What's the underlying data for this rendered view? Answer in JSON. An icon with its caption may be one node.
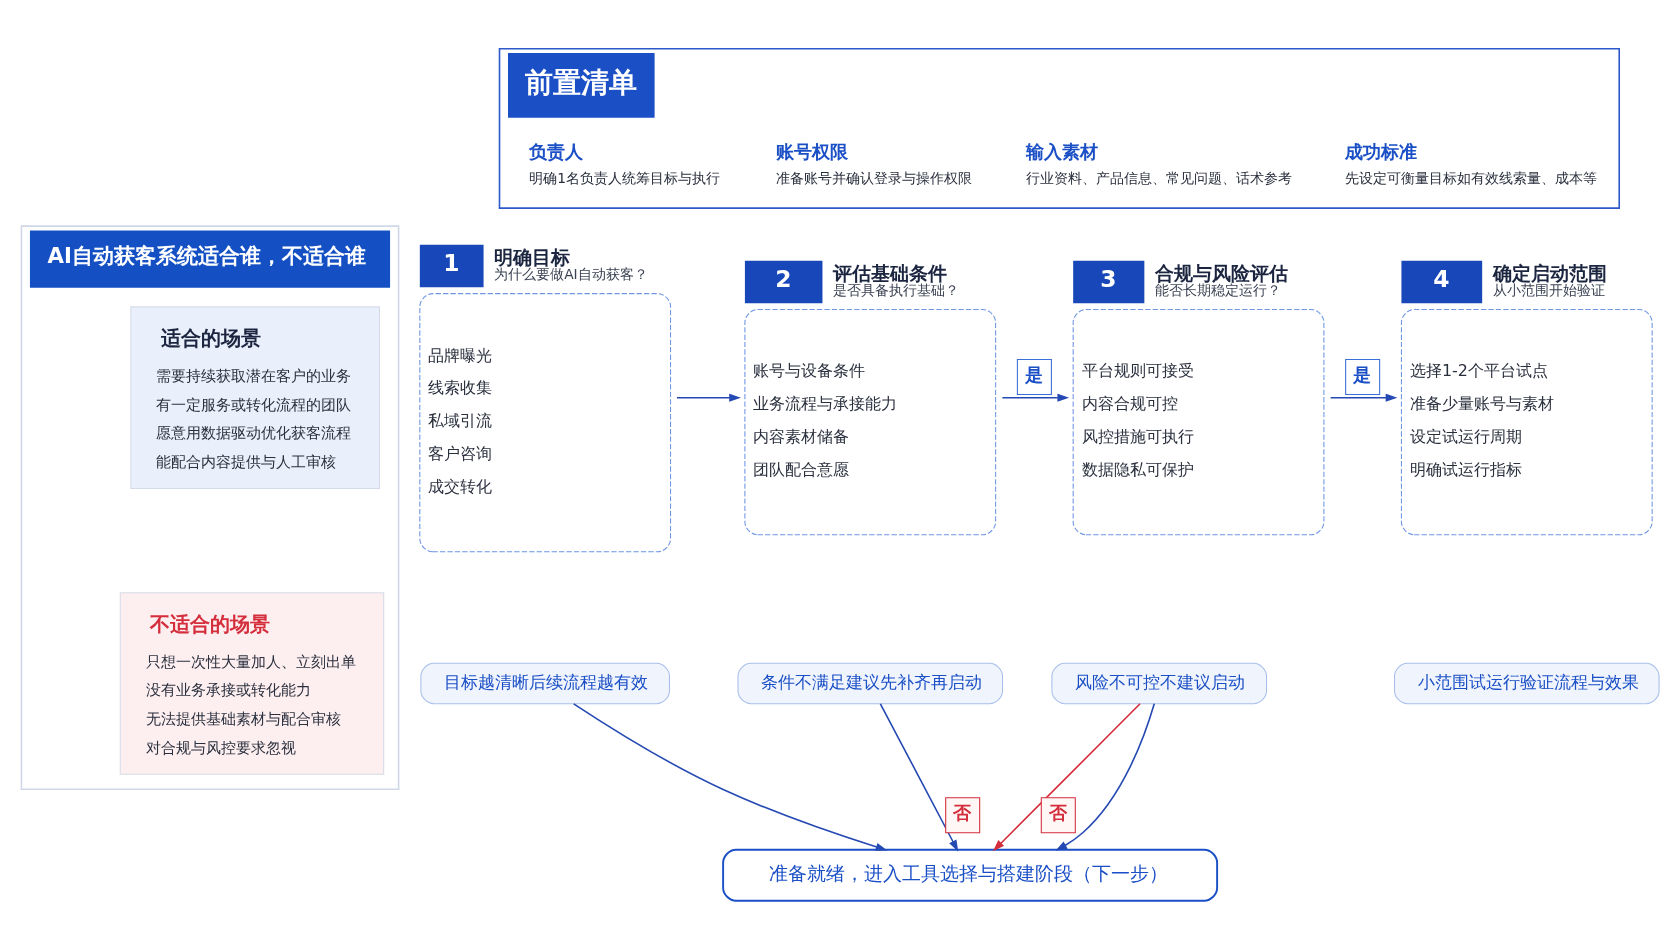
{
  "diagram": {
    "nodes": [
      {
        "text": [
          "前置清单"
        ]
      },
      {
        "text": [
          "负责人",
          "明确1名负责人统筹目标与执行"
        ],
        "in": 0
      },
      {
        "text": [
          "账号权限",
          "准备账号并确认登录与操作权限"
        ],
        "in": 0
      },
      {
        "text": [
          "输入素材",
          "行业资料、产品信息、常见问题、话术参考"
        ],
        "in": 0
      },
      {
        "text": [
          "成功标准",
          "先设定可衡量目标如有效线索量、成本等"
        ],
        "in": 0
      },
      {
        "text": [
          "AI自动获客系统适合谁，不适合谁"
        ]
      },
      {
        "text": [
          "适合的场景",
          "需要持续获取潜在客户的业务",
          "有一定服务或转化流程的团队",
          "愿意用数据驱动优化获客流程",
          "能配合内容提供与人工审核"
        ],
        "in": 5
      },
      {
        "text": [
          "不适合的场景",
          "只想一次性大量加人、立刻出单",
          "没有业务承接或转化能力",
          "无法提供基础素材与配合审核",
          "对合规与风控要求忽视"
        ],
        "in": 5
      },
      {
        "text": [
          "1",
          "明确目标",
          "为什么要做AI自动获客？",
          "品牌曝光",
          "线索收集",
          "私域引流",
          "客户咨询",
          "成交转化"
        ]
      },
      {
        "text": [
          "2",
          "评估基础条件",
          "是否具备执行基础？",
          "账号与设备条件",
          "业务流程与承接能力",
          "内容素材储备",
          "团队配合意愿"
        ]
      },
      {
        "text": [
          "3",
          "合规与风险评估",
          "能否长期稳定运行？",
          "平台规则可接受",
          "内容合规可控",
          "风控措施可执行",
          "数据隐私可保护"
        ]
      },
      {
        "text": [
          "4",
          "确定启动范围",
          "从小范围开始验证",
          "选择1-2个平台试点",
          "准备少量账号与素材",
          "设定试运行周期",
          "明确试运行指标"
        ]
      },
      {
        "text": [
          "目标越清晰后续流程越有效"
        ]
      },
      {
        "text": [
          "条件不满足建议先补齐再启动"
        ]
      },
      {
        "text": [
          "风险不可控不建议启动"
        ]
      },
      {
        "text": [
          "小范围试运行验证流程与效果"
        ]
      },
      {
        "text": [
          "准备就绪，进入工具选择与搭建阶段（下一步）"
        ]
      }
    ],
    "edges": [
      {
        "from": 8,
        "to": 9,
        "arrow": "to"
      },
      {
        "from": 9,
        "to": 10,
        "arrow": "to",
        "label": "是"
      },
      {
        "from": 10,
        "to": 11,
        "arrow": "to",
        "label": "是"
      },
      {
        "from": 12,
        "to": 16,
        "arrow": "to"
      },
      {
        "from": 13,
        "to": 16,
        "arrow": "to",
        "label": "否"
      },
      {
        "from": 14,
        "to": 16,
        "arrow": "to",
        "label": "否",
        "color": "#d42d3b"
      },
      {
        "from": 14,
        "to": 16,
        "arrow": "to"
      }
    ]
  }
}
